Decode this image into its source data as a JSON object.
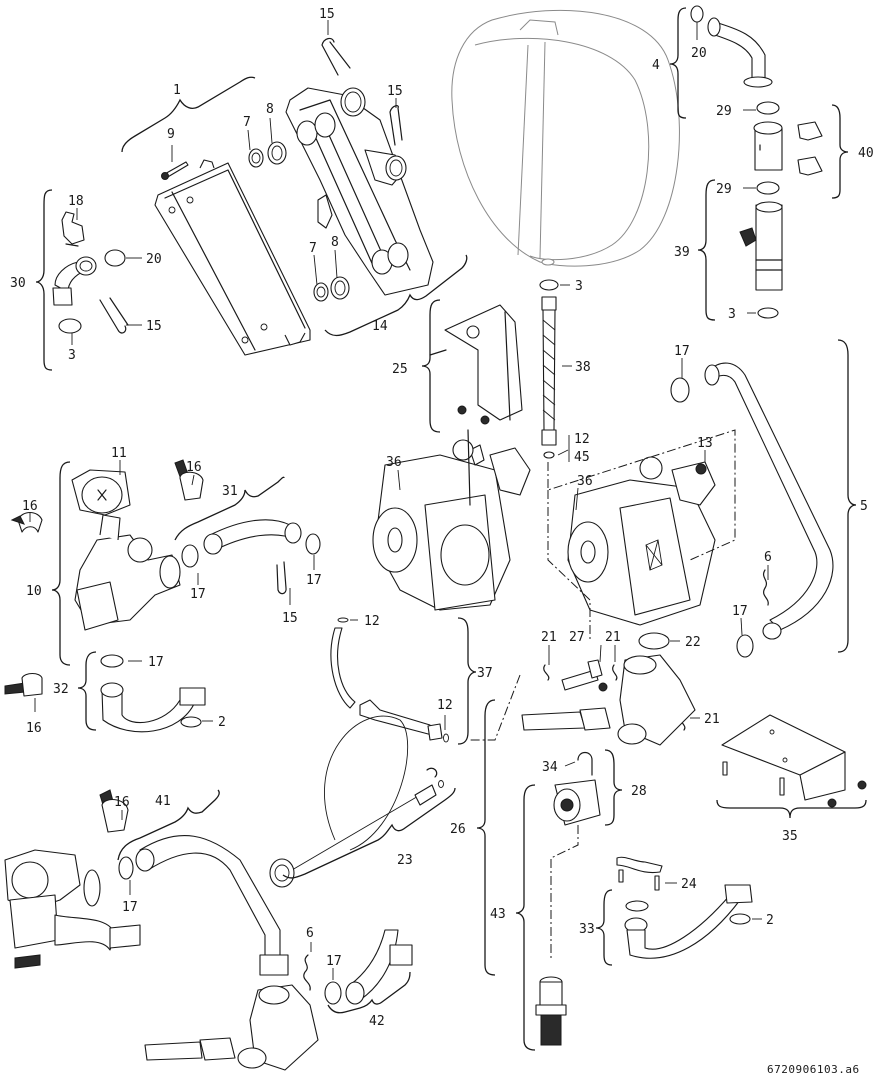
{
  "diagram": {
    "type": "exploded-parts-diagram",
    "subject": "Boiler hydraulic assembly",
    "drawing_code": "6720906103.a6",
    "callouts": {
      "c1": "1",
      "c2a": "2",
      "c2b": "2",
      "c3a": "3",
      "c3b": "3",
      "c3c": "3",
      "c4": "4",
      "c5": "5",
      "c6a": "6",
      "c6b": "6",
      "c7a": "7",
      "c7b": "7",
      "c8a": "8",
      "c8b": "8",
      "c9": "9",
      "c10": "10",
      "c11": "11",
      "c12a": "12",
      "c12b": "12",
      "c12c": "12",
      "c13": "13",
      "c14": "14",
      "c15a": "15",
      "c15b": "15",
      "c15c": "15",
      "c15d": "15",
      "c16a": "16",
      "c16b": "16",
      "c16c": "16",
      "c16d": "16",
      "c17a": "17",
      "c17b": "17",
      "c17c": "17",
      "c17d": "17",
      "c17e": "17",
      "c17f": "17",
      "c17g": "17",
      "c18": "18",
      "c20a": "20",
      "c20b": "20",
      "c21a": "21",
      "c21b": "21",
      "c21c": "21",
      "c22": "22",
      "c23": "23",
      "c24": "24",
      "c25": "25",
      "c26": "26",
      "c27": "27",
      "c28": "28",
      "c29a": "29",
      "c29b": "29",
      "c30": "30",
      "c31": "31",
      "c32": "32",
      "c33": "33",
      "c34": "34",
      "c35": "35",
      "c36a": "36",
      "c36b": "36",
      "c37": "37",
      "c38": "38",
      "c39": "39",
      "c40": "40",
      "c41": "41",
      "c42": "42",
      "c43": "43",
      "c45": "45"
    },
    "parts": [
      {
        "id": "expansion-vessel",
        "callout": null
      },
      {
        "id": "plate-heat-exchanger",
        "callout": "1"
      },
      {
        "id": "manifold-block",
        "callout": "14"
      },
      {
        "id": "flexible-hose",
        "callout": "38"
      },
      {
        "id": "pump-left",
        "callout": "36"
      },
      {
        "id": "pump-right",
        "callout": "36"
      },
      {
        "id": "diverter-valve",
        "callout": "10"
      },
      {
        "id": "diverter-motor",
        "callout": "11"
      },
      {
        "id": "pipe-bend-long",
        "callout": "5"
      },
      {
        "id": "pipe-top-right",
        "callout": "4"
      },
      {
        "id": "mounting-bracket",
        "callout": "35"
      },
      {
        "id": "pressure-gauge",
        "callout": "23"
      },
      {
        "id": "safety-valve",
        "callout": "28"
      },
      {
        "id": "drain-pipe",
        "callout": "43"
      }
    ]
  }
}
